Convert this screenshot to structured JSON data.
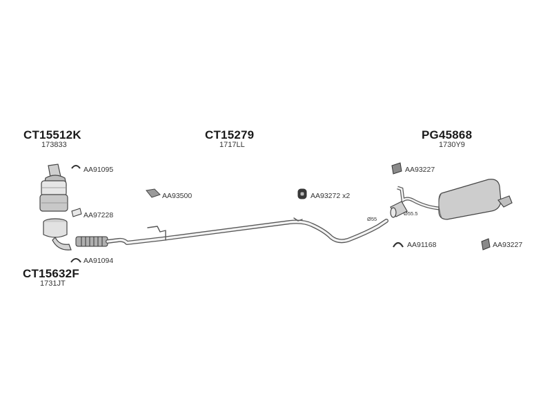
{
  "groups": [
    {
      "code": "CT15512K",
      "ref": "173833"
    },
    {
      "code": "CT15279",
      "ref": "1717LL"
    },
    {
      "code": "PG45868",
      "ref": "1730Y9"
    },
    {
      "code": "CT15632F",
      "ref": "1731JT"
    }
  ],
  "parts": {
    "clamp_front": "AA91095",
    "bracket_pipe": "AA93500",
    "rubber_mount_center": "AA93272 x2",
    "mount_rear_top": "AA93227",
    "gasket_converter": "AA97228",
    "clamp_rear": "AA91168",
    "mount_rear_bottom": "AA93227",
    "clamp_lower": "AA91094"
  },
  "dimensions": {
    "pipe_end": "Ø55",
    "muffler_inlet": "Ø55.5"
  }
}
